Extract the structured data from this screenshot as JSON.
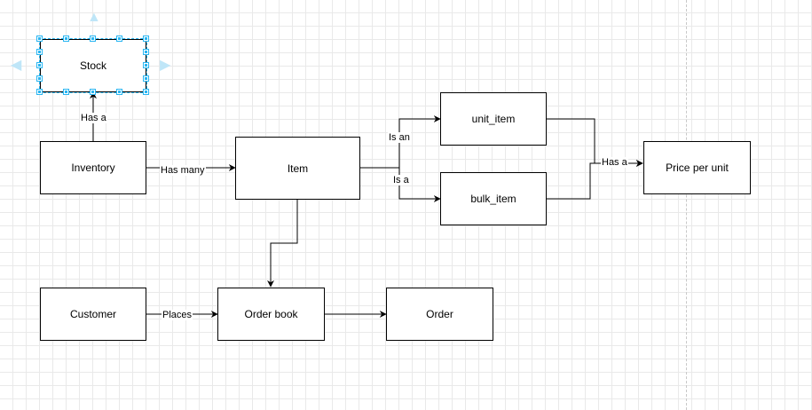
{
  "nodes": {
    "stock": "Stock",
    "inventory": "Inventory",
    "item": "Item",
    "unit_item": "unit_item",
    "bulk_item": "bulk_item",
    "price_per_unit": "Price per unit",
    "customer": "Customer",
    "order_book": "Order book",
    "order": "Order"
  },
  "edges": {
    "inventory_stock": "Has a",
    "inventory_item": "Has many",
    "item_unit": "Is an",
    "item_bulk": "Is a",
    "to_price": "Has a",
    "customer_orderbook": "Places"
  },
  "colors": {
    "selection": "#29b6f2",
    "grid": "#e9e9e9"
  }
}
